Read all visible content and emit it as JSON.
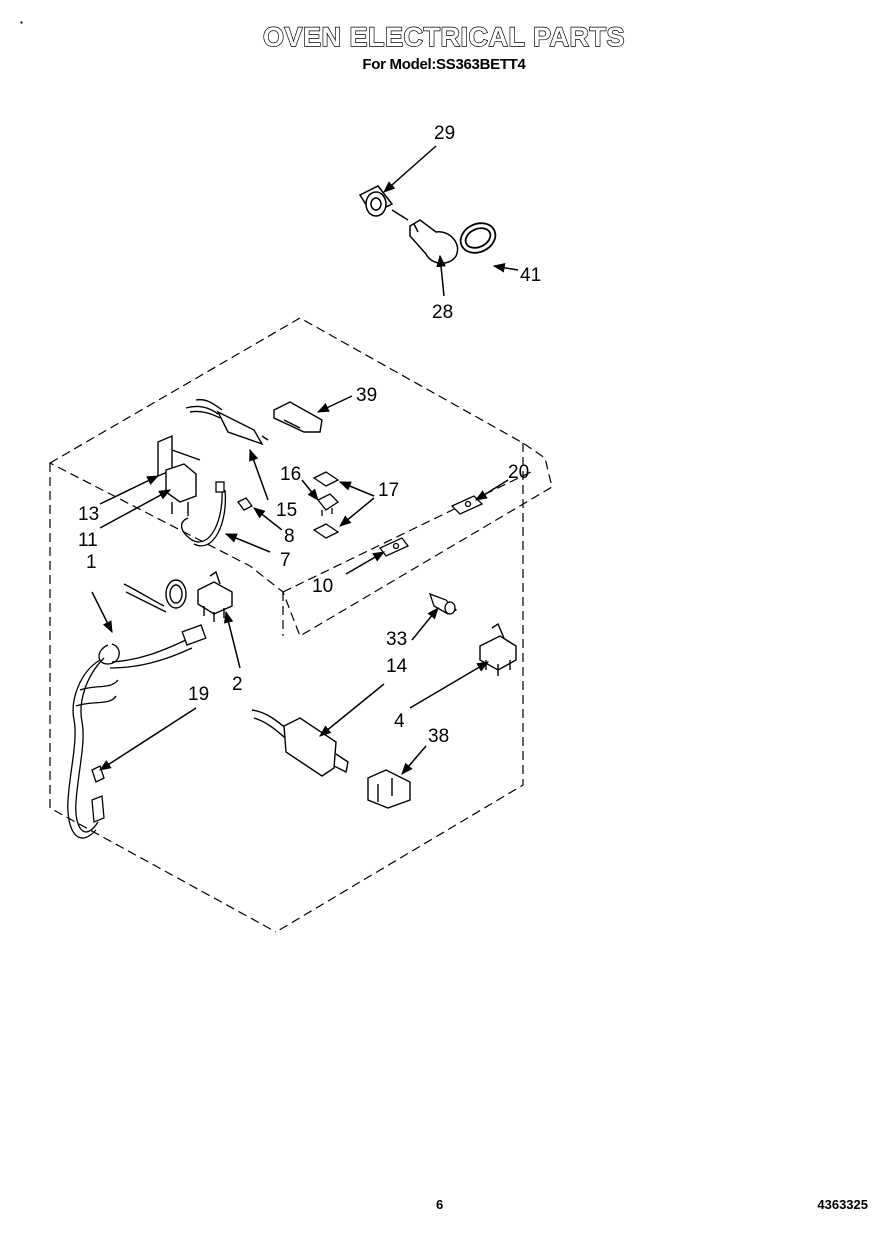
{
  "header": {
    "title": "OVEN ELECTRICAL PARTS",
    "subtitle": "For Model:SS363BETT4"
  },
  "callouts": {
    "c29": "29",
    "c41": "41",
    "c28": "28",
    "c39": "39",
    "c16": "16",
    "c17": "17",
    "c20": "20",
    "c13": "13",
    "c15": "15",
    "c8": "8",
    "c11": "11",
    "c7": "7",
    "c1": "1",
    "c10": "10",
    "c33": "33",
    "c14": "14",
    "c2": "2",
    "c19": "19",
    "c4": "4",
    "c38": "38"
  },
  "footer": {
    "page_number": "6",
    "doc_code": "4363325"
  }
}
